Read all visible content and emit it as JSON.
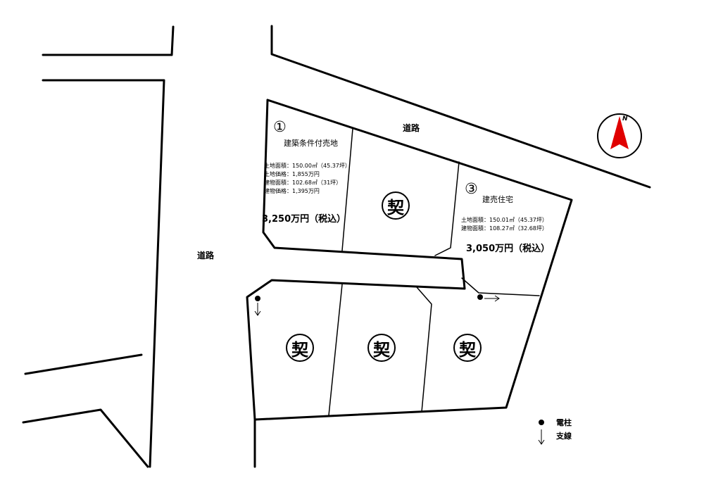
{
  "roads": {
    "north": "道路",
    "west": "道路"
  },
  "lot1": {
    "number": "①",
    "title": "建築条件付売地",
    "details": [
      "土地面積：150.00㎡（45.37坪）",
      "土地価格：1,855万円",
      "建物面積：102.68㎡（31坪）",
      "建物価格：1,395万円"
    ],
    "price": "3,250万円（税込）"
  },
  "lot3": {
    "number": "③",
    "title": "建売住宅",
    "details": [
      "土地面積：150.01㎡（45.37坪）",
      "建物面積：108.27㎡（32.68坪）"
    ],
    "price": "3,050万円（税込）"
  },
  "contract_mark": "契",
  "compass": {
    "label": "N",
    "color": "#e00000"
  },
  "legend": {
    "pole": "電柱",
    "guy_wire": "支線"
  }
}
